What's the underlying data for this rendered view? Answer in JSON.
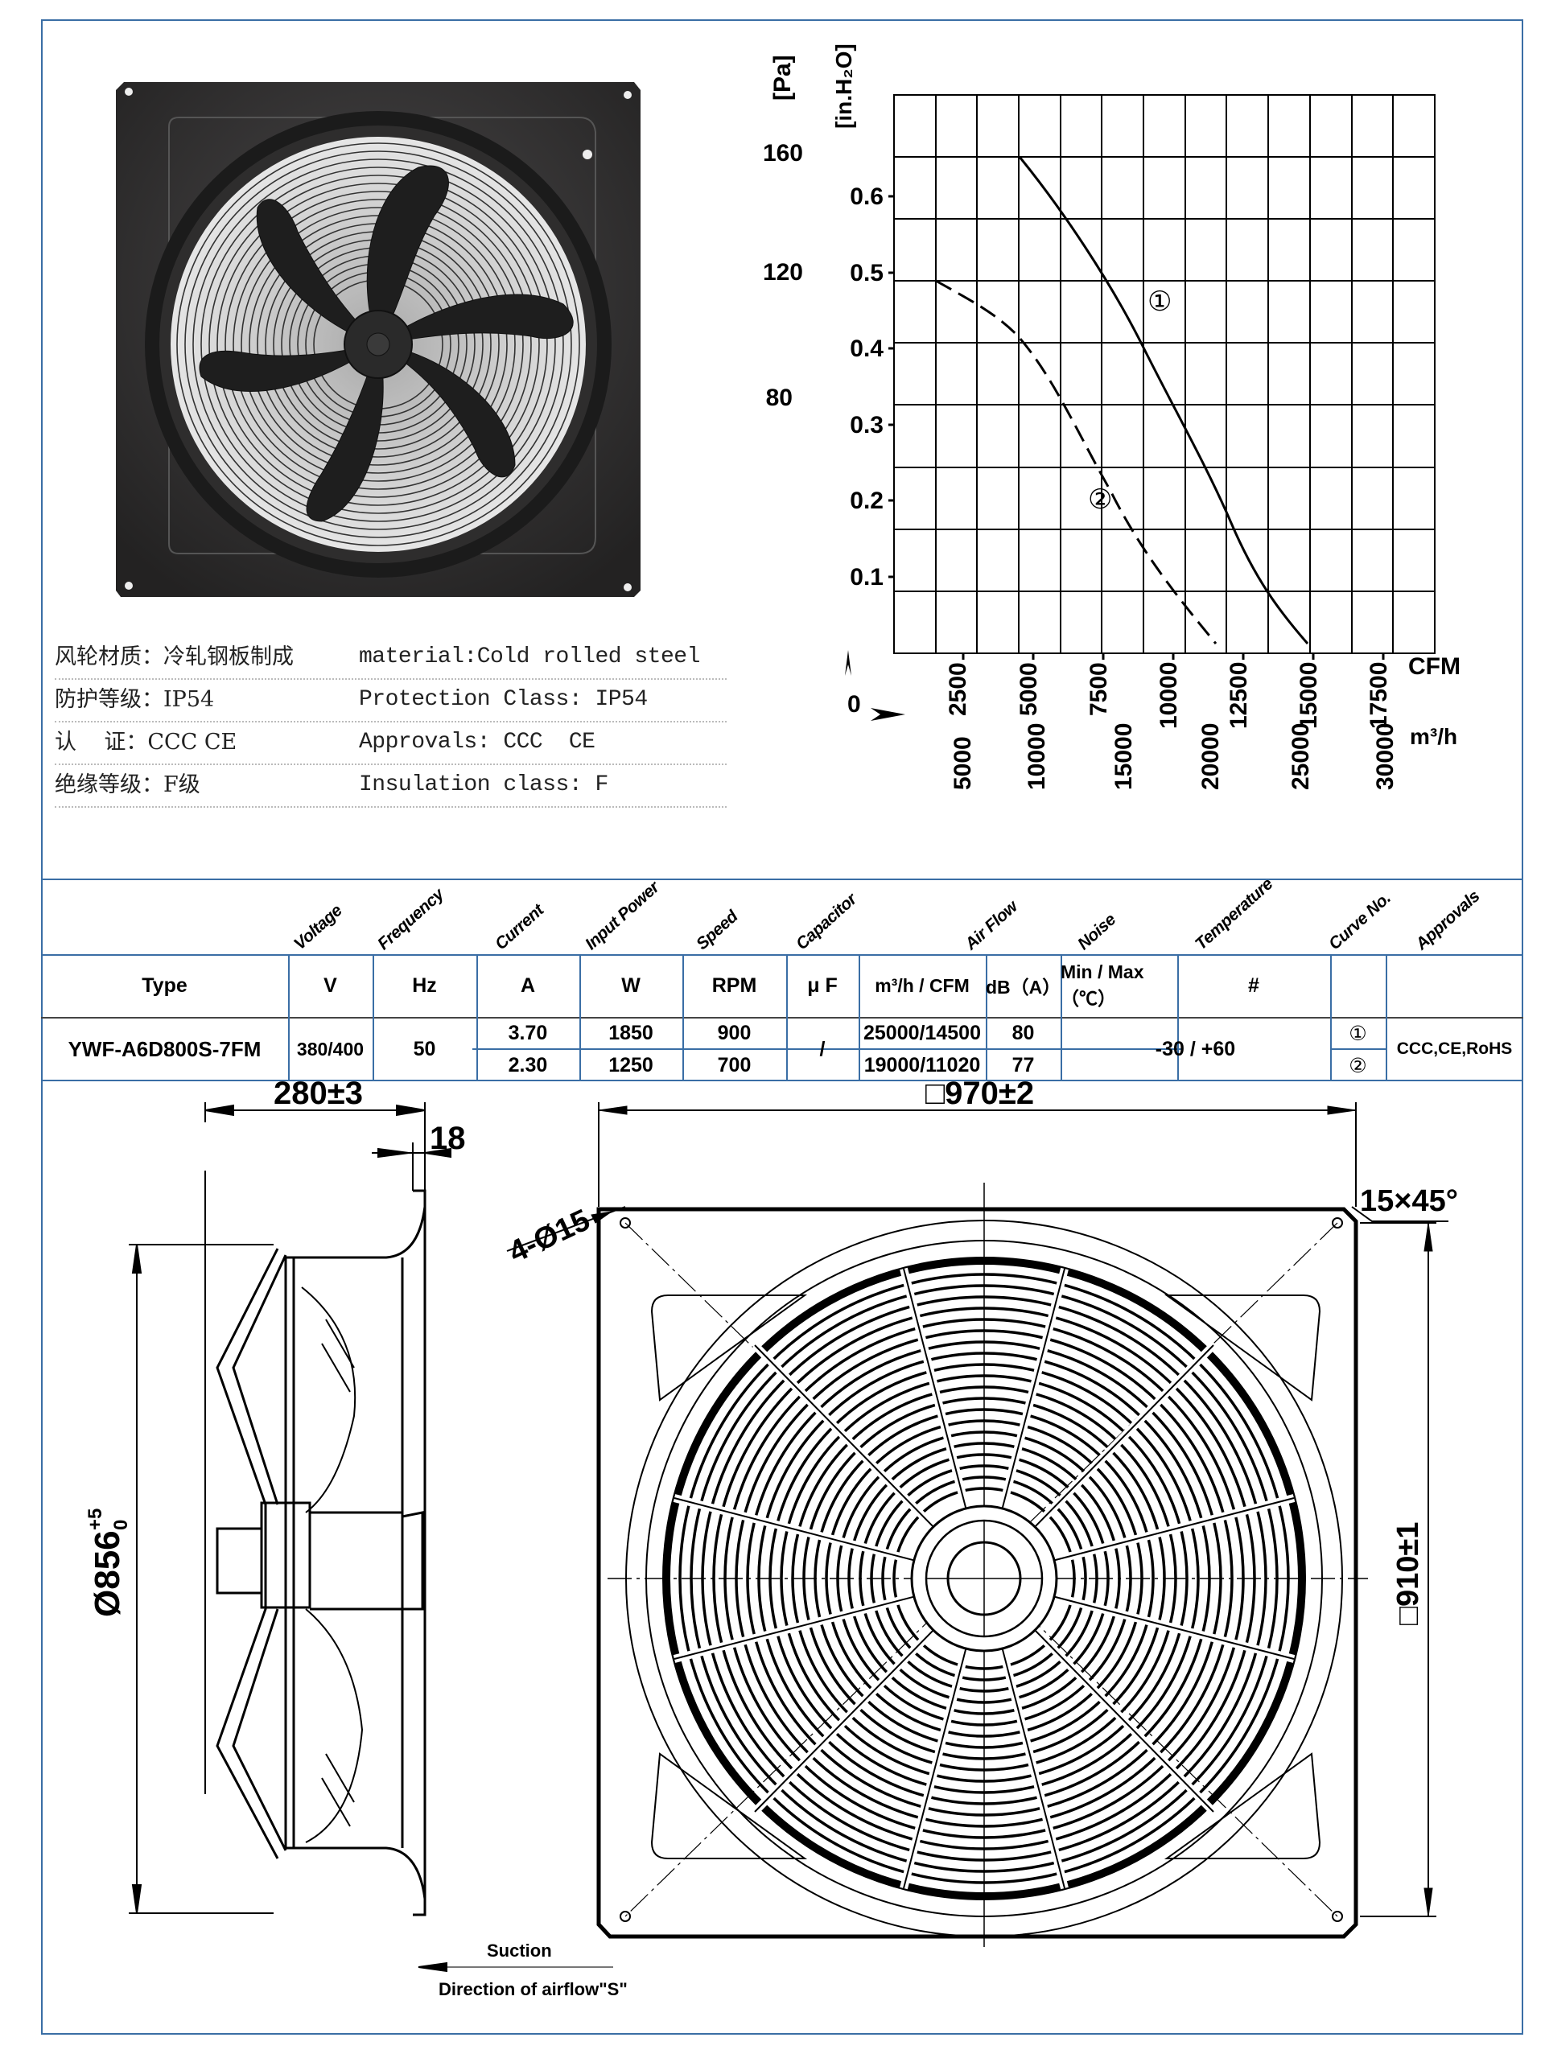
{
  "specs": [
    {
      "cn": "风轮材质：冷轧钢板制成",
      "en": "material:Cold rolled steel"
    },
    {
      "cn": "防护等级：IP54",
      "en": "Protection Class: IP54"
    },
    {
      "cn": "认    证：CCC CE",
      "en": "Approvals: CCC  CE"
    },
    {
      "cn": "绝缘等级：F级",
      "en": "Insulation class: F"
    }
  ],
  "chart_data": {
    "type": "line",
    "title": "",
    "xlabel": "CFM",
    "xlabel_secondary": "m³/h",
    "ylabel": "[in.H2O]",
    "ylabel_secondary": "[Pa]",
    "origin_label": "0",
    "x_ticks_cfm": [
      2500,
      5000,
      7500,
      10000,
      12500,
      15000,
      17500
    ],
    "x_ticks_m3h": [
      5000,
      10000,
      15000,
      20000,
      25000,
      30000
    ],
    "y_ticks_inh2o": [
      0.1,
      0.2,
      0.3,
      0.4,
      0.5,
      0.6
    ],
    "y_ticks_pa": [
      80,
      120,
      160
    ],
    "xlim_cfm": [
      0,
      19300
    ],
    "ylim_inh2o": [
      0,
      0.73
    ],
    "grid": true,
    "series": [
      {
        "name": "①",
        "style": "solid",
        "x": [
          4500,
          6000,
          7500,
          9000,
          10000,
          11000,
          12000,
          13000,
          14000,
          14800
        ],
        "y": [
          0.65,
          0.6,
          0.53,
          0.45,
          0.4,
          0.34,
          0.26,
          0.18,
          0.09,
          0.015
        ]
      },
      {
        "name": "②",
        "style": "dashed",
        "x": [
          1500,
          3000,
          4500,
          6000,
          7500,
          8500,
          9500,
          10500,
          11500
        ],
        "y": [
          0.49,
          0.45,
          0.41,
          0.35,
          0.27,
          0.21,
          0.14,
          0.07,
          0.015
        ]
      }
    ]
  },
  "chart_labels": {
    "pa_unit": "[Pa]",
    "inh2o_unit": "[in.H₂O]",
    "pa_160": "160",
    "pa_120": "120",
    "pa_80": "80",
    "y06": "0.6",
    "y05": "0.5",
    "y04": "0.4",
    "y03": "0.3",
    "y02": "0.2",
    "y01": "0.1",
    "zero": "0",
    "cfm": "CFM",
    "m3h": "m³/h",
    "cfm_ticks": [
      "2500",
      "5000",
      "7500",
      "10000",
      "12500",
      "15000",
      "17500"
    ],
    "m3h_ticks": [
      "5000",
      "10000",
      "15000",
      "20000",
      "25000",
      "30000"
    ],
    "curve1": "①",
    "curve2": "②"
  },
  "table": {
    "rotated_headers": [
      "Voltage",
      "Frequency",
      "Current",
      "Input Power",
      "Speed",
      "Capacitor",
      "Air Flow",
      "Noise",
      "Temperature",
      "Curve No.",
      "Approvals"
    ],
    "unit_row": {
      "type": "Type",
      "v": "V",
      "hz": "Hz",
      "a": "A",
      "w": "W",
      "rpm": "RPM",
      "uf": "μ F",
      "airflow": "m³/h  /  CFM",
      "noise": "dB（A）",
      "temp": "Min / Max（℃）",
      "curve": "#",
      "approvals": ""
    },
    "row": {
      "type": "YWF-A6D800S-7FM",
      "voltage": "380/400",
      "frequency": "50",
      "current": [
        "3.70",
        "2.30"
      ],
      "power": [
        "1850",
        "1250"
      ],
      "speed": [
        "900",
        "700"
      ],
      "capacitor": "/",
      "airflow": [
        "25000/14500",
        "19000/11020"
      ],
      "noise": [
        "80",
        "77"
      ],
      "temperature": "-30 / +60",
      "curve": [
        "①",
        "②"
      ],
      "approvals": "CCC,CE,RoHS"
    }
  },
  "drawing": {
    "depth": "280±3",
    "flange": "18",
    "holes": "4-Ø15",
    "width": "□970±2",
    "chamfer": "15×45°",
    "diameter": "Ø856",
    "diameter_tol_upper": "+5",
    "diameter_tol_lower": "0",
    "bolt_square": "□910±1",
    "suction": "Suction",
    "airflow_dir": "Direction of airflow\"S\""
  },
  "colors": {
    "frame": "#3a6ea5",
    "fan_body": "#2b2a2a",
    "grill": "#d8d8d8"
  }
}
